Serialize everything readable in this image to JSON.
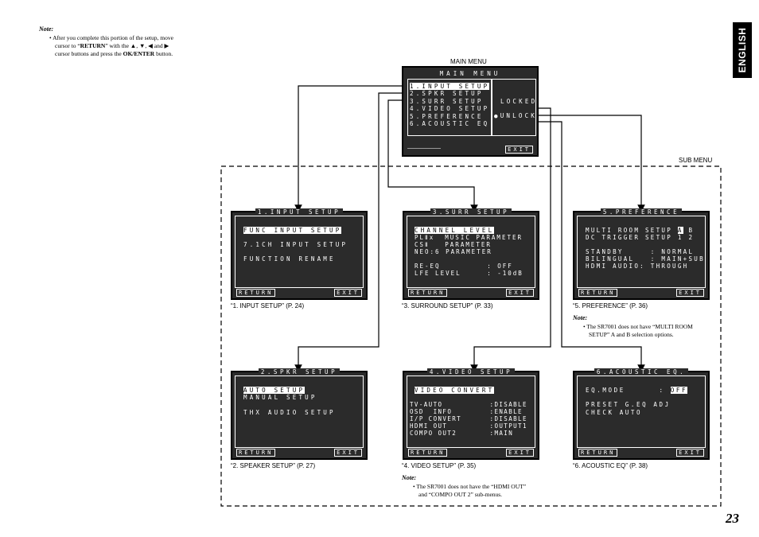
{
  "top_note": {
    "title": "Note:",
    "line1": "• After you complete this portion of the setup, move",
    "line2_a": "cursor to “",
    "line2_b": "RETURN",
    "line2_c": "” with the ▲, ▼, ◀ and ▶",
    "line3_a": "cursor buttons and press the ",
    "line3_b": "OK/ENTER",
    "line3_c": " button."
  },
  "language_tab": "ENGLISH",
  "labels": {
    "main_menu": "MAIN MENU",
    "sub_menu": "SUB MENU"
  },
  "main_menu_screen": {
    "title": "MAIN MENU",
    "items": [
      "1.INPUT SETUP",
      "2.SPKR SETUP",
      "3.SURR SETUP",
      "4.VIDEO SETUP",
      "5.PREFERENCE",
      "6.ACOUSTIC EQ"
    ],
    "locked": "LOCKED",
    "unlock": "●UNLOCK",
    "exit": "EXIT"
  },
  "screens": {
    "input": {
      "title": "1.INPUT SETUP",
      "lines": [
        "FUNC INPUT SETUP",
        "7.1CH INPUT SETUP",
        "FUNCTION RENAME"
      ],
      "return": "RETURN",
      "exit": "EXIT",
      "caption": "“1. INPUT SETUP” (P. 24)"
    },
    "surr": {
      "title": "3.SURR SETUP",
      "lines": [
        "CHANNEL LEVEL",
        "PLⅡx  MUSIC PARAMETER",
        "CSⅡ   PARAMETER",
        "NEO:6 PARAMETER",
        "RE-EQ         : OFF",
        "LFE LEVEL     : -10dB"
      ],
      "return": "RETURN",
      "exit": "EXIT",
      "caption": "“3. SURROUND SETUP” (P. 33)"
    },
    "pref": {
      "title": "5.PREFERENCE",
      "line1_a": "MULTI ROOM SETUP ",
      "line1_b": "A",
      "line1_c": " B",
      "lines": [
        "DC TRIGGER SETUP 1 2",
        "STANDBY     : NORMAL",
        "BILINGUAL   : MAIN+SUB",
        "HDMI AUDIO: THROUGH"
      ],
      "return": "RETURN",
      "exit": "EXIT",
      "caption": "“5. PREFERENCE” (P. 36)",
      "note_title": "Note:",
      "note_line1": "• The SR7001 does not have “MULTI ROOM",
      "note_line2": "SETUP” A and B selection options."
    },
    "spkr": {
      "title": "2.SPKR SETUP",
      "lines": [
        "AUTO SETUP",
        "MANUAL SETUP",
        "THX AUDIO SETUP"
      ],
      "return": "RETURN",
      "exit": "EXIT",
      "caption": "“2. SPEAKER SETUP” (P. 27)"
    },
    "video": {
      "title": "4.VIDEO SETUP",
      "lines": [
        "VIDEO CONVERT",
        "TV-AUTO          :DISABLE",
        "OSD  INFO        :ENABLE",
        "I/P CONVERT      :DISABLE",
        "HDMI OUT         :OUTPUT1",
        "COMPO OUT2       :MAIN"
      ],
      "return": "RETURN",
      "exit": "EXIT",
      "caption": "“4. VIDEO SETUP” (P. 35)",
      "note_title": "Note:",
      "note_line1": "• The SR7001 does not have the “HDMI OUT”",
      "note_line2": "and “COMPO OUT 2” sub-menus."
    },
    "eq": {
      "title": "6.ACOUSTIC EQ.",
      "line1_a": "EQ.MODE      : ",
      "line1_b": "OFF",
      "lines": [
        "PRESET G.EQ ADJ",
        "CHECK AUTO"
      ],
      "return": "RETURN",
      "exit": "EXIT",
      "caption": "“6. ACOUSTIC EQ” (P. 38)"
    }
  },
  "page_number": "23"
}
